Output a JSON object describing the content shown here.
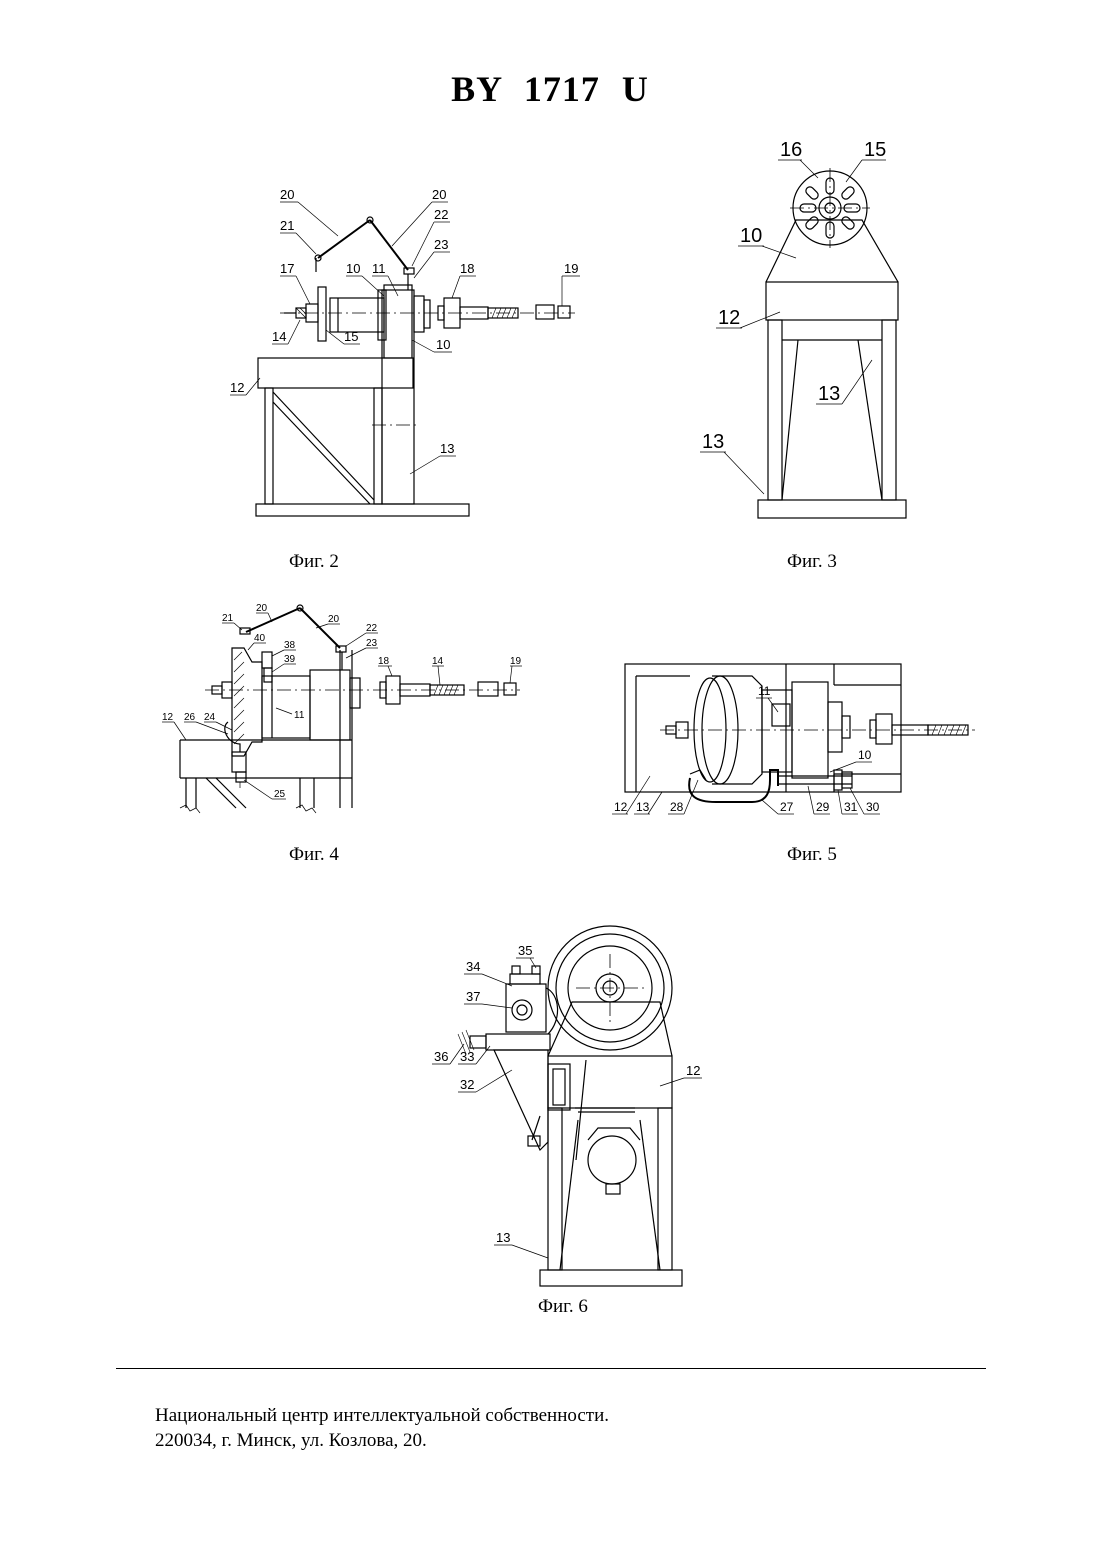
{
  "header": {
    "title": "BY 1717 U"
  },
  "figures": [
    {
      "id": "fig2",
      "caption": "Фиг. 2",
      "labels": [
        "20",
        "20",
        "21",
        "22",
        "23",
        "17",
        "10",
        "11",
        "18",
        "19",
        "14",
        "15",
        "10",
        "12",
        "13"
      ]
    },
    {
      "id": "fig3",
      "caption": "Фиг. 3",
      "labels": [
        "16",
        "15",
        "10",
        "12",
        "13",
        "13"
      ]
    },
    {
      "id": "fig4",
      "caption": "Фиг. 4",
      "labels": [
        "20",
        "21",
        "20",
        "22",
        "40",
        "38",
        "23",
        "39",
        "18",
        "14",
        "19",
        "11",
        "12",
        "26",
        "24",
        "25"
      ]
    },
    {
      "id": "fig5",
      "caption": "Фиг. 5",
      "labels": [
        "11",
        "10",
        "12",
        "13",
        "28",
        "27",
        "29",
        "31",
        "30"
      ]
    },
    {
      "id": "fig6",
      "caption": "Фиг. 6",
      "labels": [
        "35",
        "34",
        "37",
        "36",
        "33",
        "32",
        "12",
        "13"
      ]
    }
  ],
  "footer": {
    "line1": "Национальный центр интеллектуальной собственности.",
    "line2": "220034, г. Минск, ул. Козлова, 20."
  }
}
